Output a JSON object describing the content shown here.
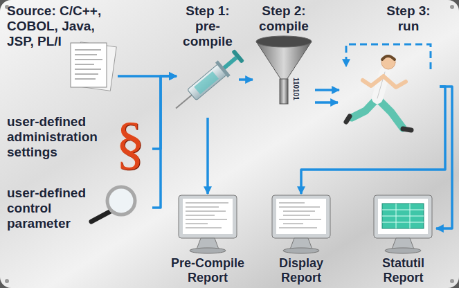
{
  "diagram": {
    "nodes": [
      {
        "text": [
          "Source: C/C++, COBOL, Java, JSP, PL/I"
        ]
      },
      {
        "text": [
          "user-defined administration settings",
          "§"
        ]
      },
      {
        "text": [
          "user-defined control parameter"
        ]
      },
      {
        "text": [
          "Step 1: pre-compile"
        ]
      },
      {
        "text": [
          "Step 2: compile"
        ]
      },
      {
        "text": [
          "Step 3: run"
        ]
      },
      {
        "text": [
          "Pre-Compile Report"
        ]
      },
      {
        "text": [
          "Display Report"
        ]
      },
      {
        "text": [
          "Statutil Report"
        ]
      }
    ],
    "edges": [
      {
        "from": 0,
        "to": 3,
        "arrow": "to"
      },
      {
        "from": 1,
        "to": 3,
        "arrow": "to"
      },
      {
        "from": 2,
        "to": 3,
        "arrow": "to"
      },
      {
        "from": 3,
        "to": 4,
        "arrow": "to"
      },
      {
        "from": 4,
        "to": 5,
        "arrow": "to"
      },
      {
        "from": 3,
        "to": 6,
        "arrow": "to"
      },
      {
        "from": 5,
        "to": 7,
        "arrow": "to"
      },
      {
        "from": 5,
        "to": 8,
        "arrow": "to"
      }
    ],
    "labels": [
      "110101"
    ]
  }
}
